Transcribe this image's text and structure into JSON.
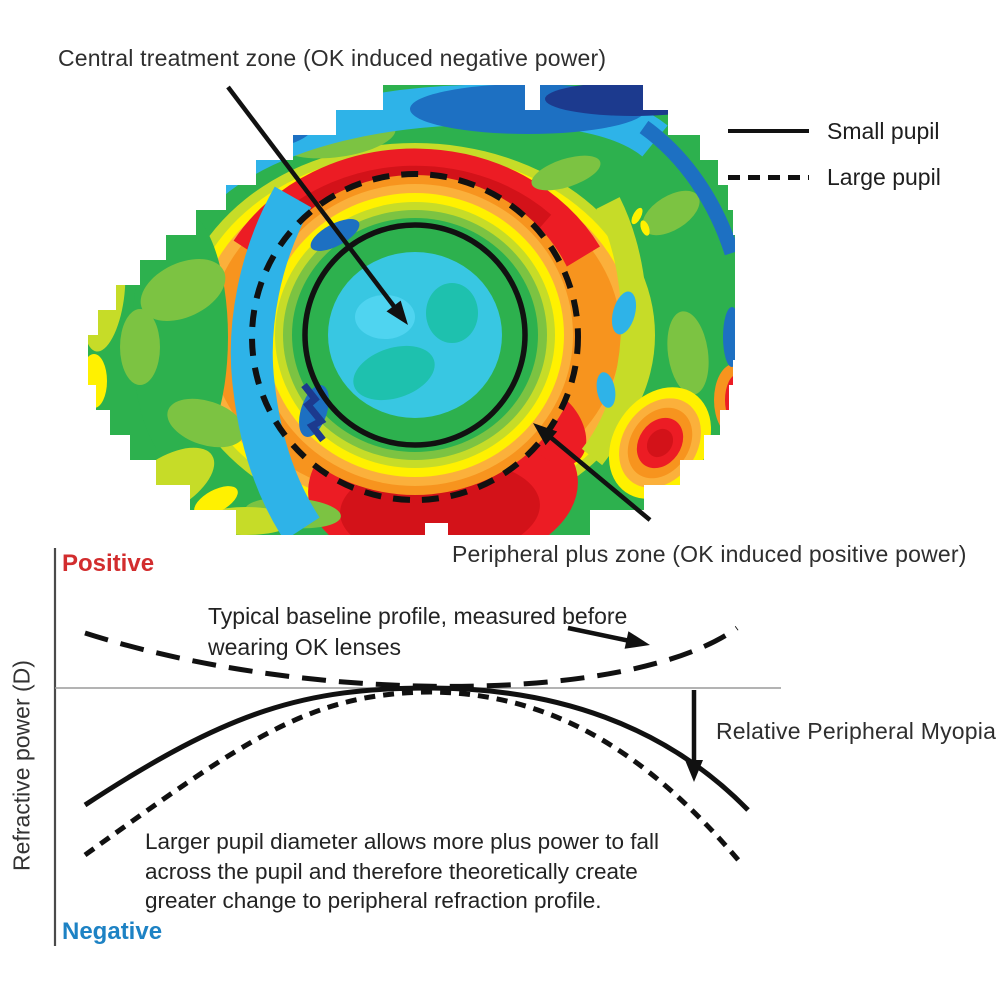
{
  "annotations": {
    "central": "Central treatment zone (OK induced negative power)",
    "peripheral": "Peripheral plus zone (OK induced positive power)",
    "baseline_note": "Typical baseline profile, measured before\nwearing OK lenses",
    "relative_peripheral_myopia": "Relative Peripheral Myopia",
    "pupil_note": "Larger pupil diameter allows more plus power to fall\nacross the pupil and therefore theoretically create\ngreater change to peripheral refraction profile."
  },
  "legend": {
    "small_pupil": "Small pupil",
    "large_pupil": "Large pupil"
  },
  "graph": {
    "ylabel": "Refractive power (D)",
    "positive": "Positive",
    "negative": "Negative",
    "curves": [
      {
        "name": "baseline",
        "style": "long-dash",
        "label": "Typical baseline profile, measured before wearing OK lenses",
        "shape": "high at both peripheries, touches zero axis centrally"
      },
      {
        "name": "small-pupil-after-OK",
        "style": "solid",
        "label": "Small pupil",
        "shape": "zero centrally, drops negative toward both peripheries"
      },
      {
        "name": "large-pupil-after-OK",
        "style": "short-dash",
        "label": "Large pupil",
        "shape": "zero centrally, drops more negative toward both peripheries"
      }
    ]
  },
  "map": {
    "type": "corneal topography difference map after orthokeratology",
    "circles": {
      "small_pupil": "solid black circle over central zone",
      "large_pupil": "dashed black circle over peripheral plus ring"
    },
    "zones": {
      "center": "cyan/teal central treatment zone",
      "ring": "yellow-orange-red peripheral plus ring",
      "surround": "green periphery with blue and yellow patches"
    }
  },
  "colors": {
    "green": "#2db14e",
    "lightGreen": "#7cc342",
    "yellowGreen": "#c6dc28",
    "yellow": "#fff100",
    "amber": "#fbb03b",
    "orange": "#f7941e",
    "red": "#ec1c24",
    "deepRed": "#d31219",
    "cyan": "#2eb3e8",
    "centerCyan": "#38c7e2",
    "lightCyan": "#4fd4f0",
    "teal": "#1ec1ae",
    "blue": "#1d70c2",
    "navy": "#1c3a8e",
    "ink": "#111111",
    "axisDark": "#4a4a4a",
    "axisLight": "#9a9a9a",
    "positive": "#d22d2e",
    "negative": "#1d82c4"
  }
}
